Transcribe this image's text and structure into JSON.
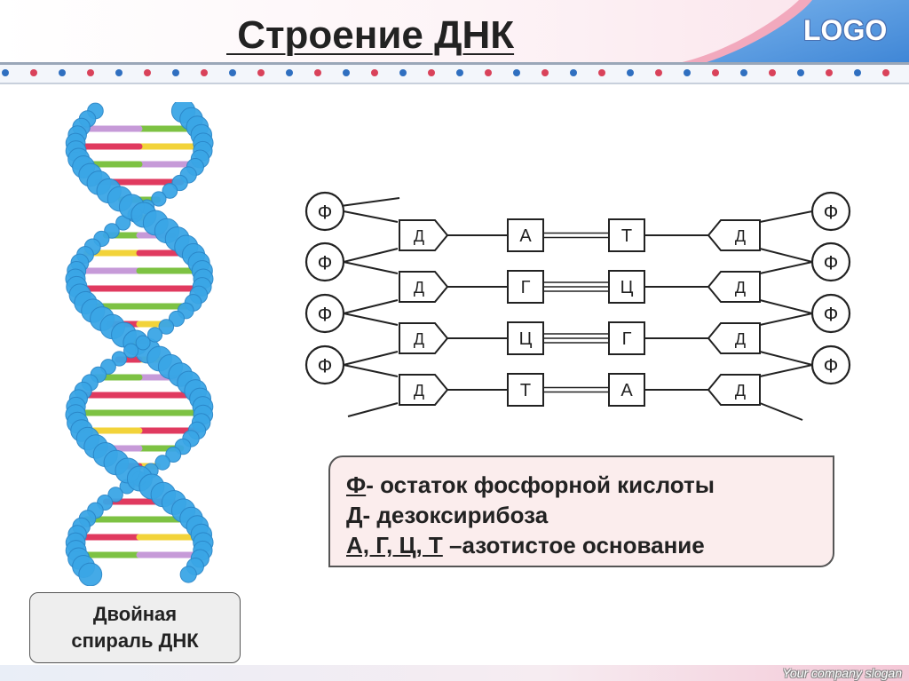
{
  "header": {
    "title": " Строение ДНК",
    "logo": "LOGO"
  },
  "diagram": {
    "phosphate_label": "Ф",
    "sugar_label": "Д",
    "pairs": [
      {
        "left": "А",
        "right": "Т",
        "bonds": 2
      },
      {
        "left": "Г",
        "right": "Ц",
        "bonds": 3
      },
      {
        "left": "Ц",
        "right": "Г",
        "bonds": 3
      },
      {
        "left": "Т",
        "right": "А",
        "bonds": 2
      }
    ]
  },
  "legend": {
    "line1_key": "Ф",
    "line1_text": "- остаток фосфорной кислоты",
    "line2_key": "Д",
    "line2_text": "- дезоксирибоза",
    "line3_key": "А, Г, Ц, Т",
    "line3_text": " –азотистое основание"
  },
  "caption": {
    "line1": "Двойная",
    "line2": "спираль ДНК"
  },
  "footer": {
    "slogan": "Your company slogan"
  },
  "colors": {
    "header_blue": "#4a8fd8",
    "header_pink": "#f2a9bd",
    "dot_red": "#d9425a",
    "dot_blue": "#2f6fc0",
    "helix_blue": "#3aa6e6",
    "legend_bg": "#fbeded"
  },
  "icons": {
    "helix": "dna-double-helix-image"
  }
}
